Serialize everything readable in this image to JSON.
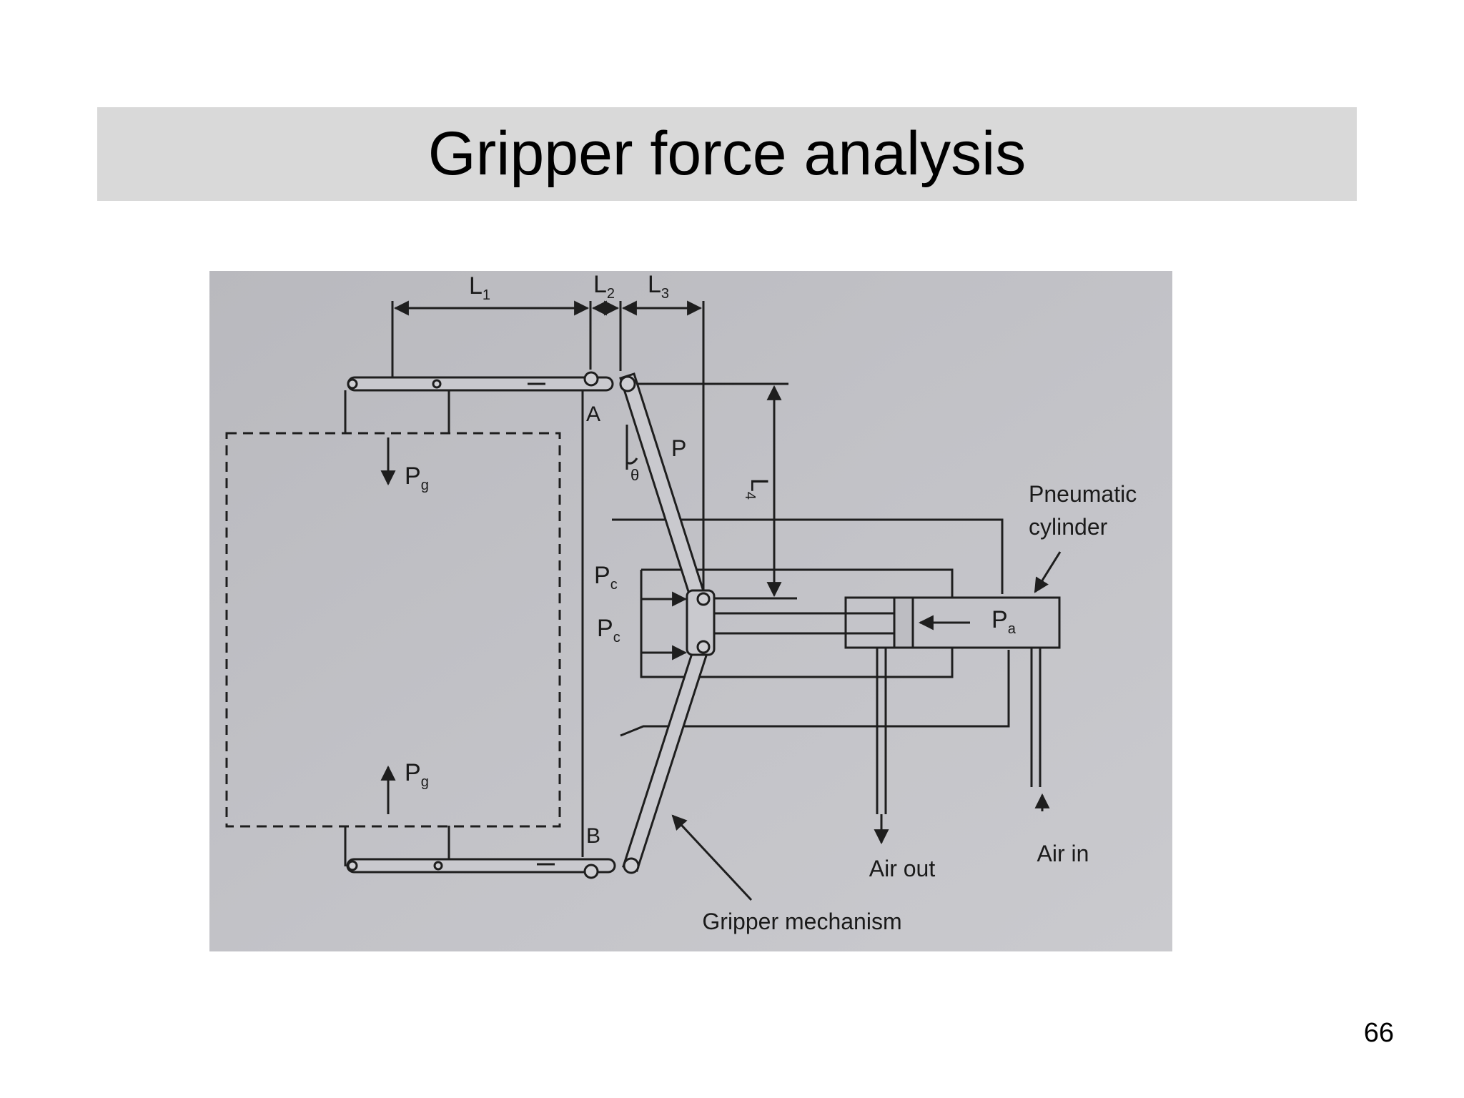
{
  "slide": {
    "title": "Gripper force analysis",
    "page_number": "66"
  },
  "diagram": {
    "dimensions": {
      "l1": {
        "main": "L",
        "sub": "1"
      },
      "l2": {
        "main": "L",
        "sub": "2"
      },
      "l3": {
        "main": "L",
        "sub": "3"
      },
      "l4": {
        "main": "L",
        "sub": "4"
      }
    },
    "pivots": {
      "a": "A",
      "b": "B"
    },
    "forces": {
      "pg_top": {
        "main": "P",
        "sub": "g"
      },
      "pg_bottom": {
        "main": "P",
        "sub": "g"
      },
      "p": "P",
      "theta": "θ",
      "pc_top": {
        "main": "P",
        "sub": "c"
      },
      "pc_bottom": {
        "main": "P",
        "sub": "c"
      },
      "pa": {
        "main": "P",
        "sub": "a"
      }
    },
    "callouts": {
      "pneumatic_line1": "Pneumatic",
      "pneumatic_line2": "cylinder",
      "air_out": "Air out",
      "air_in": "Air in",
      "gripper_mechanism": "Gripper mechanism"
    },
    "colors": {
      "paper": "#bdbdc2",
      "ink": "#1e1e1e",
      "link_fill": "#c9c9ce"
    }
  }
}
